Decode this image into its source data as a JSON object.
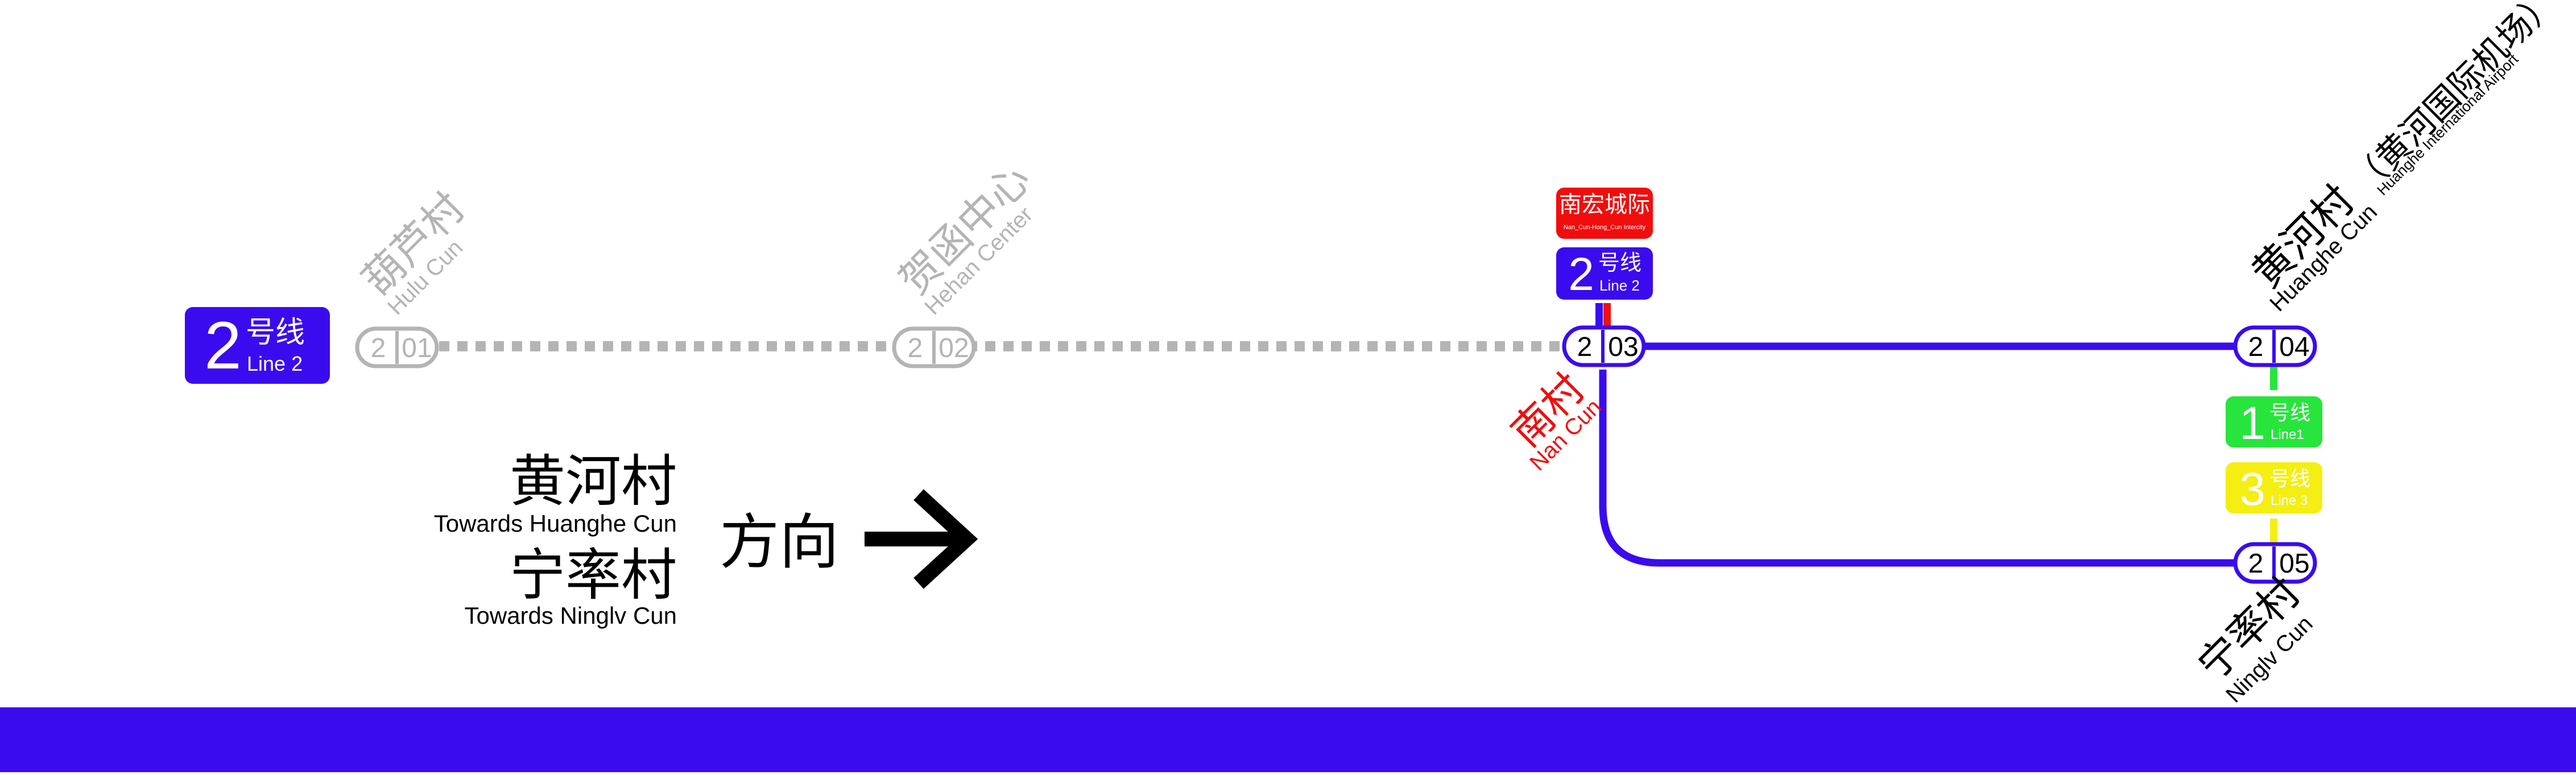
{
  "colors": {
    "line2": "#3a0bef",
    "line1": "#27e53c",
    "line3": "#f5ee12",
    "intercity": "#f20d0d",
    "inactive": "#b4b4b4",
    "text": "#000000",
    "white": "#ffffff"
  },
  "line_badge": {
    "number": "2",
    "name_cn": "号线",
    "name_en": "Line 2"
  },
  "stations": {
    "s201": {
      "line": "2",
      "code": "01",
      "name_cn": "葫芦村",
      "name_en": "Hulu Cun"
    },
    "s202": {
      "line": "2",
      "code": "02",
      "name_cn": "贺函中心",
      "name_en": "Hehan Center"
    },
    "s203": {
      "line": "2",
      "code": "03",
      "name_cn": "南村",
      "name_en": "Nan Cun"
    },
    "s204": {
      "line": "2",
      "code": "04",
      "name_cn": "黄河村",
      "name_en": "Huanghe Cun",
      "name_cn_extra": "（黄河国际机场）",
      "name_en_extra": "Huanghe International Airport"
    },
    "s205": {
      "line": "2",
      "code": "05",
      "name_cn": "宁率村",
      "name_en": "Ninglv Cun"
    }
  },
  "transfers": {
    "intercity": {
      "name_cn": "南宏城际",
      "name_en": "Nan_Cun-Hong_Cun Intercity"
    },
    "line2_badge": {
      "number": "2",
      "name_cn": "号线",
      "name_en": "Line 2"
    },
    "line1_badge": {
      "number": "1",
      "name_cn": "号线",
      "name_en": "Line1"
    },
    "line3_badge": {
      "number": "3",
      "name_cn": "号线",
      "name_en": "Line 3"
    }
  },
  "direction": {
    "dest1_cn": "黄河村",
    "dest1_en": "Towards Huanghe Cun",
    "dest2_cn": "宁率村",
    "dest2_en": "Towards Ninglv Cun",
    "label_cn": "方向",
    "arrow_icon": "arrow-right-icon"
  }
}
